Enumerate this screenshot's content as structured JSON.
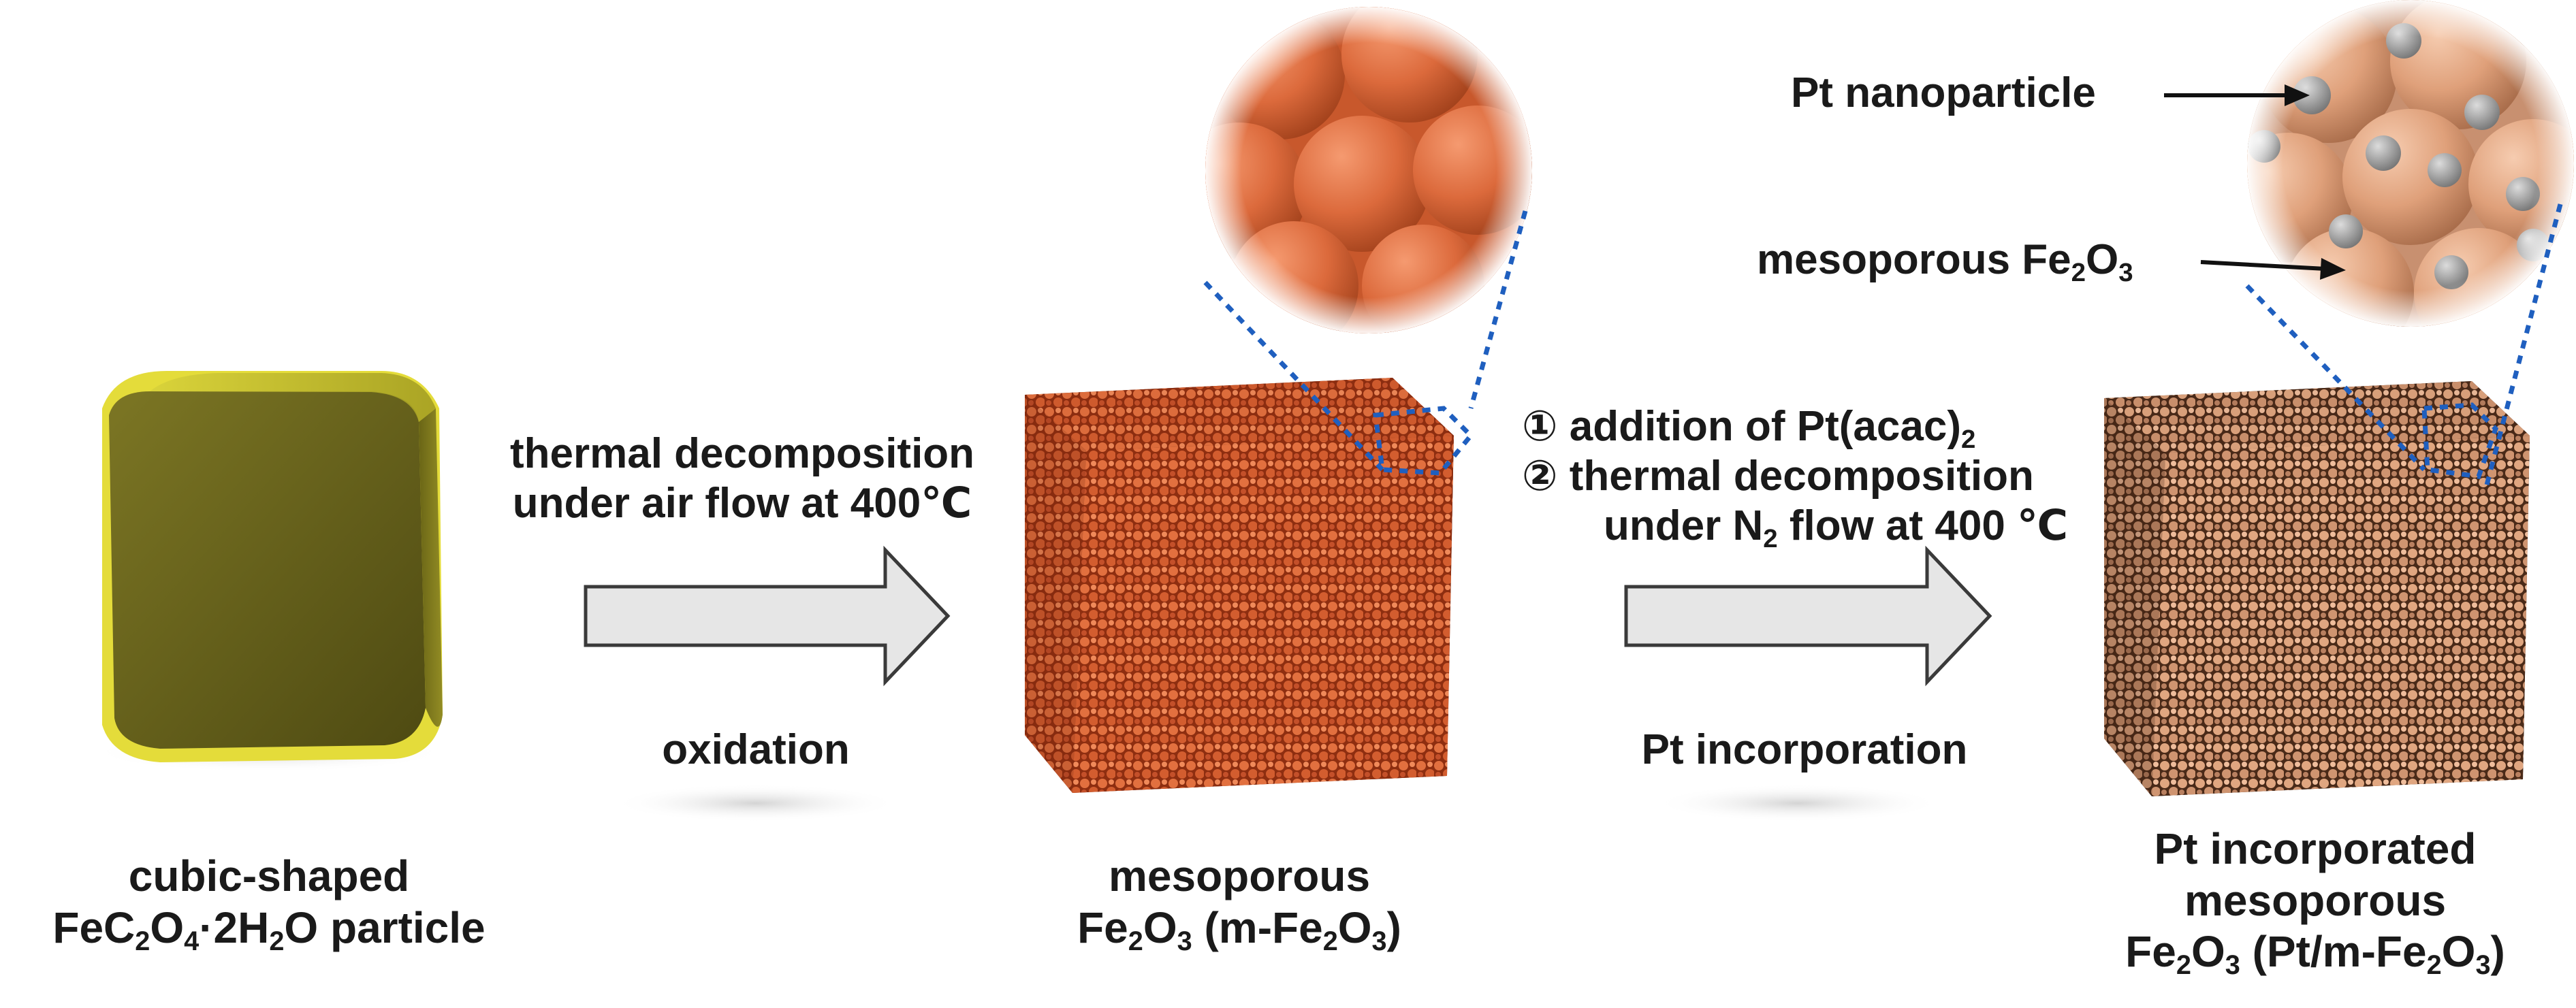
{
  "stages": {
    "precursor": {
      "line1": "cubic-shaped",
      "line2_parts": [
        "FeC",
        "2",
        "O",
        "4",
        "·2H",
        "2",
        "O particle"
      ]
    },
    "mesoporous": {
      "line1": "mesoporous",
      "line2_parts": [
        "Fe",
        "2",
        "O",
        "3",
        " (m-Fe",
        "2",
        "O",
        "3",
        ")"
      ]
    },
    "pt_mesoporous": {
      "line1": "Pt incorporated",
      "line2": "mesoporous",
      "line3_parts": [
        "Fe",
        "2",
        "O",
        "3",
        " (Pt/m-Fe",
        "2",
        "O",
        "3",
        ")"
      ]
    }
  },
  "step1": {
    "top_line1": "thermal decomposition",
    "top_line2": "under air flow at 400℃",
    "bottom": "oxidation"
  },
  "step2": {
    "item1_parts": [
      "① addition of Pt(acac)",
      "2"
    ],
    "item2": "② thermal decomposition",
    "item3_parts": [
      "under N",
      "2",
      " flow  at 400 ℃"
    ],
    "bottom": "Pt incorporation"
  },
  "callouts": {
    "pt_nanoparticle": "Pt nanoparticle",
    "mesoporous_parts": [
      "mesoporous Fe",
      "2",
      "O",
      "3"
    ]
  },
  "colors": {
    "precursor_cube": "#6f6a1a",
    "precursor_edge": "#e2dc38",
    "hematite": "#d25c2c",
    "hematite_dark": "#8a2c0e",
    "pt_fe2o3": "#e4a783",
    "pt_fe2o3_dark": "#4a2a18",
    "pt_particle": "#9a9a9a",
    "arrow_fill": "#e6e6e6",
    "zoom_line": "#1f5fbf"
  }
}
